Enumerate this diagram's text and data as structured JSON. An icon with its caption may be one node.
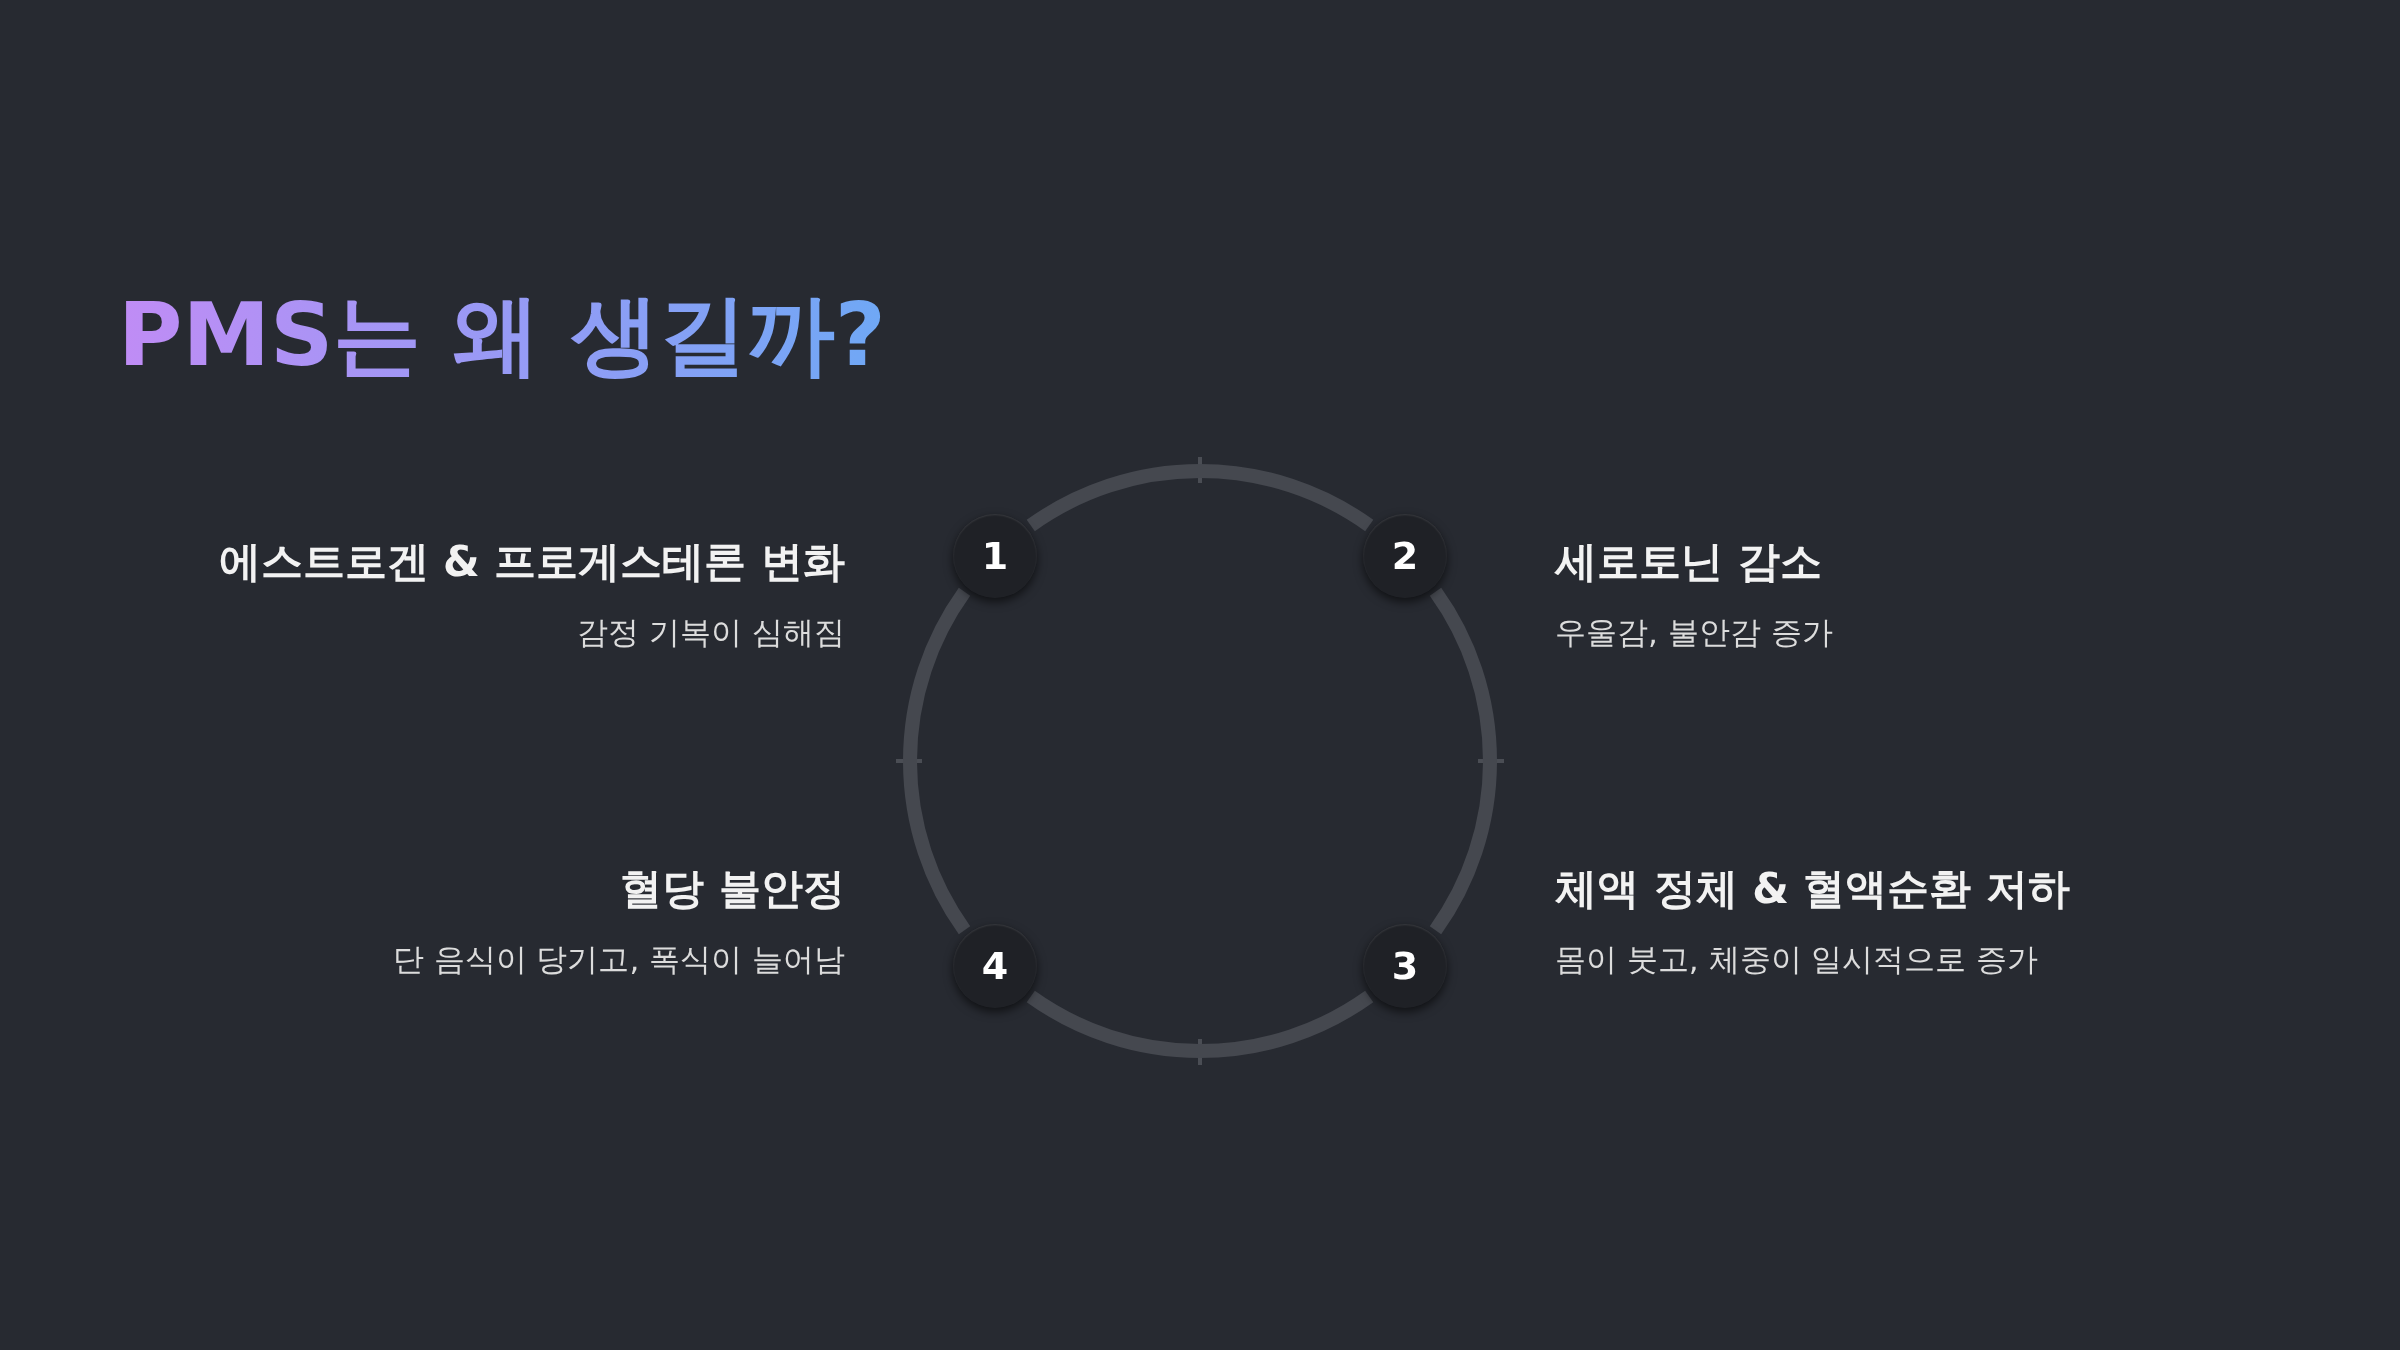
{
  "diagram": {
    "title": "PMS는 왜 생길까?",
    "nodes": [
      {
        "text": [
          "1"
        ],
        "beside": [
          "에스트로겐 & 프로게스테론 변화",
          "감정 기복이 심해짐"
        ]
      },
      {
        "text": [
          "2"
        ],
        "beside": [
          "세로토닌 감소",
          "우울감, 불안감 증가"
        ]
      },
      {
        "text": [
          "3"
        ],
        "beside": [
          "체액 정체 & 혈액순환 저하",
          "몸이 붓고, 체중이 일시적으로 증가"
        ]
      },
      {
        "text": [
          "4"
        ],
        "beside": [
          "혈당 불안정",
          "단 음식이 당기고, 폭식이 늘어남"
        ]
      }
    ],
    "edges": [
      {
        "from": 0,
        "to": 1,
        "arrow": "none"
      },
      {
        "from": 1,
        "to": 2,
        "arrow": "none"
      },
      {
        "from": 2,
        "to": 3,
        "arrow": "none"
      },
      {
        "from": 3,
        "to": 0,
        "arrow": "none"
      }
    ]
  }
}
